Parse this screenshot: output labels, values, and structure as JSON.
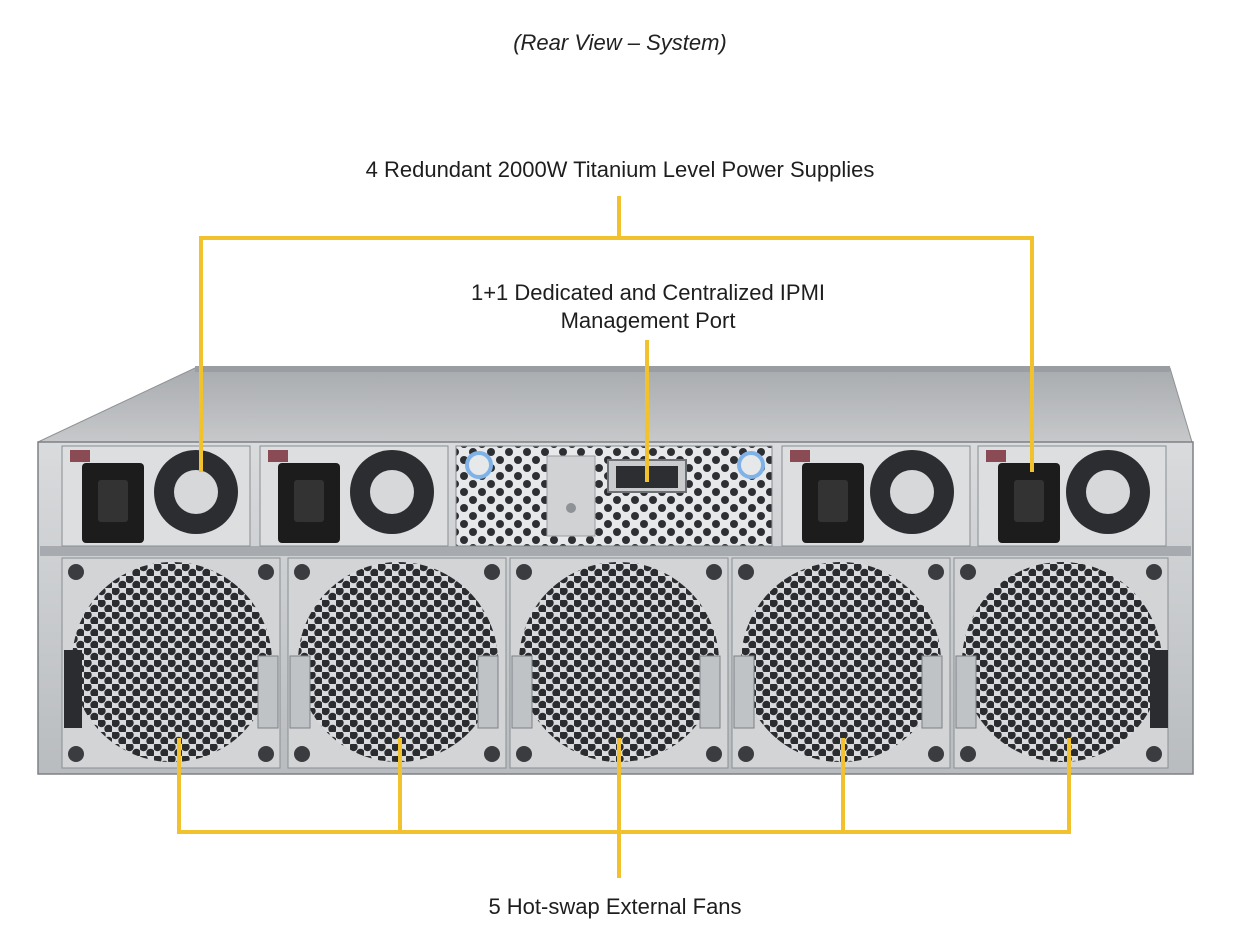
{
  "diagram": {
    "caption": "(Rear View – System)",
    "callouts": {
      "power_supplies": "4 Redundant 2000W Titanium Level Power Supplies",
      "ipmi_line1": "1+1 Dedicated and Centralized IPMI",
      "ipmi_line2": "Management Port",
      "fans": "5 Hot-swap External Fans"
    },
    "colors": {
      "leader_line": "#f2c12e",
      "chassis": "#c9cccf",
      "chassis_dark": "#8a8f94",
      "fan_grille": "#2a2c2f",
      "psu_inlet": "#1c1c1c",
      "led_ring": "#7fb2e6"
    },
    "components": {
      "power_supply_count": 4,
      "fan_count": 5,
      "ipmi_port_count": 1
    }
  }
}
